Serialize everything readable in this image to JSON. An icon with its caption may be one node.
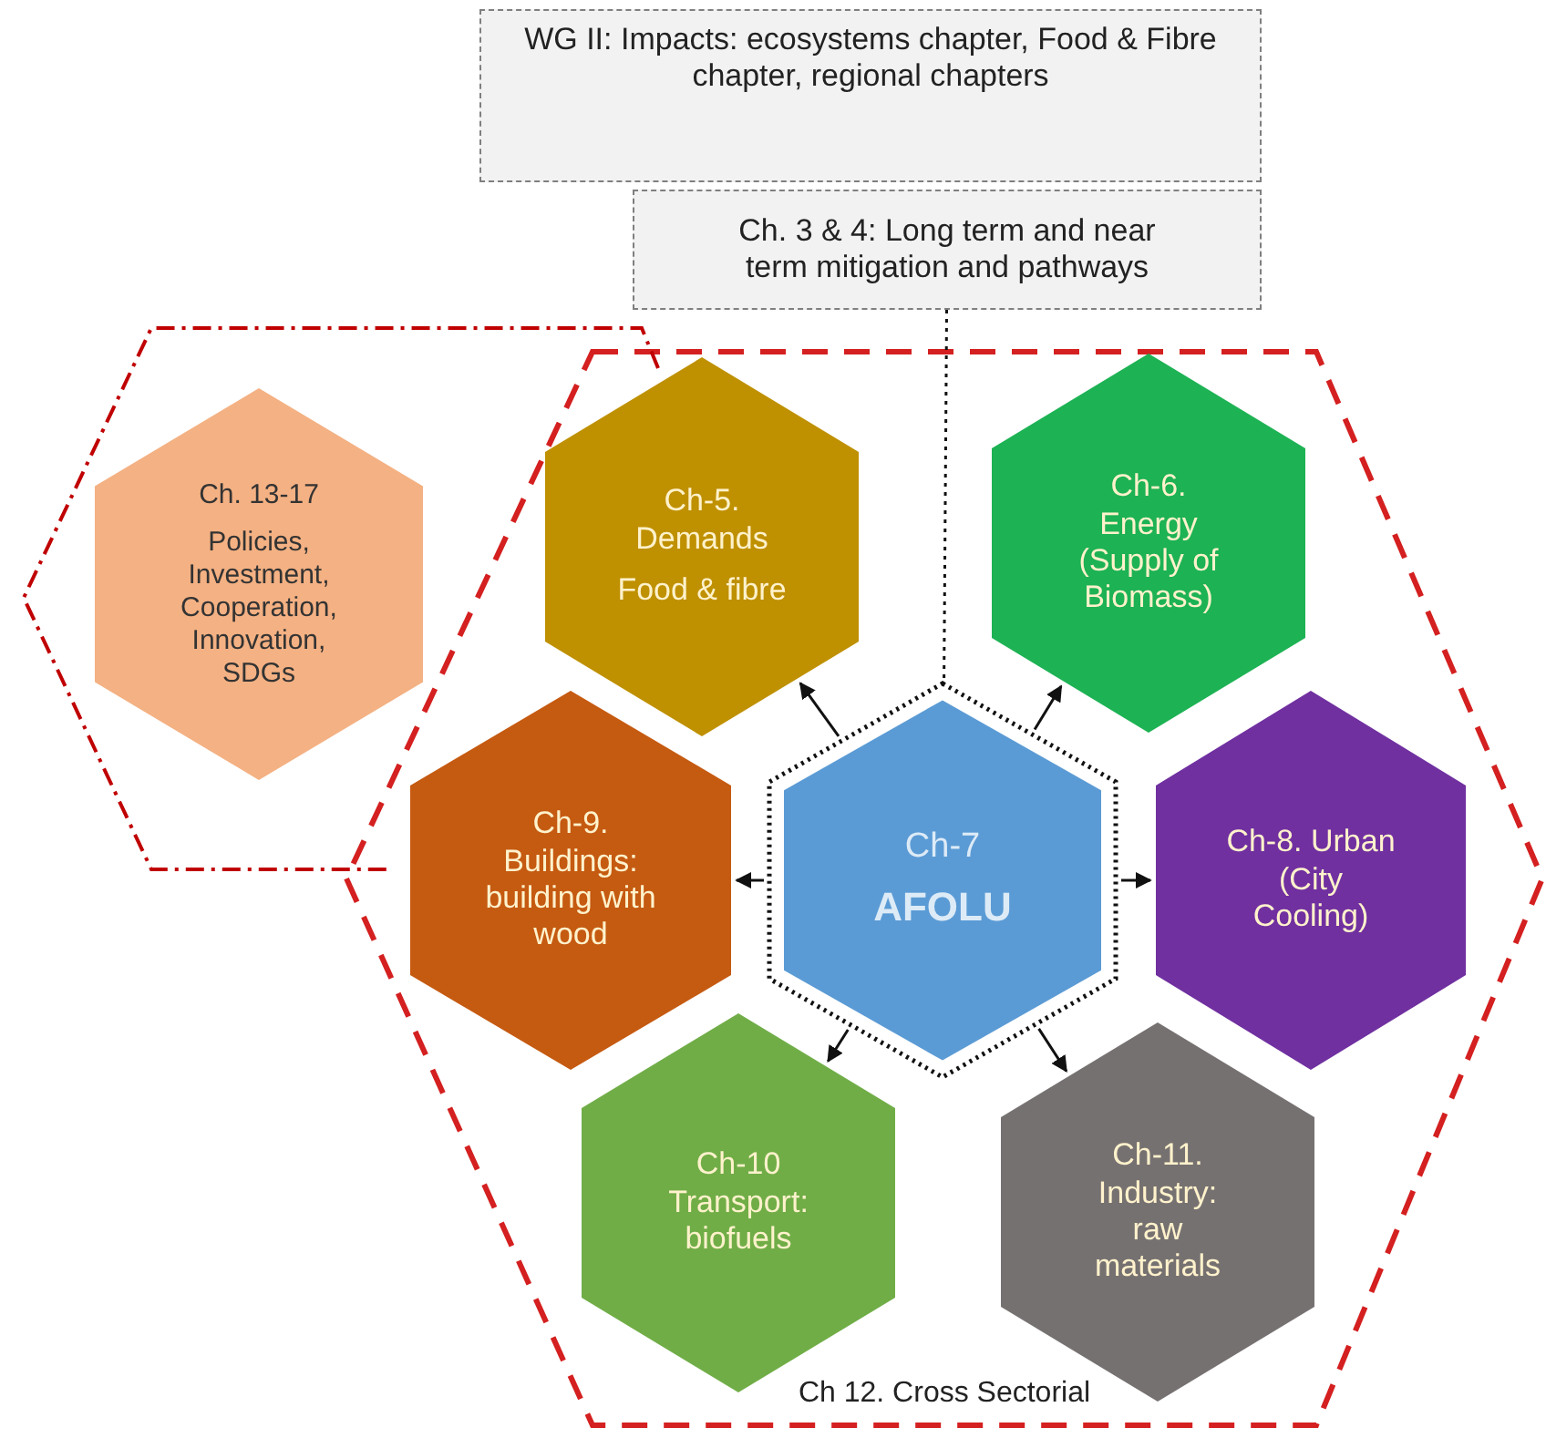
{
  "diagram": {
    "nodes": [
      {
        "text": [
          "WG II: Impacts: ecosystems chapter, Food & Fibre chapter, regional chapters"
        ]
      },
      {
        "text": [
          "Ch. 3 & 4: Long term and near term mitigation and pathways"
        ]
      },
      {
        "text": [],
        "shape": "hexagon"
      },
      {
        "text": [
          "Ch. 13-17",
          "Policies, Investment, Cooperation, Innovation, SDGs"
        ],
        "in": 2
      },
      {
        "text": [
          "Ch 12. Cross Sectorial"
        ]
      },
      {
        "text": [
          "Ch-5. Demands",
          "Food & fibre"
        ],
        "in": 4
      },
      {
        "text": [
          "Ch-6. Energy (Supply of Biomass)"
        ],
        "in": 4
      },
      {
        "text": [
          "Ch-9. Buildings: building with wood"
        ],
        "in": 4
      },
      {
        "text": [
          "Ch-7",
          "AFOLU"
        ],
        "in": 4
      },
      {
        "text": [
          "Ch-8. Urban (City Cooling)"
        ],
        "in": 4
      },
      {
        "text": [
          "Ch-10 Transport: biofuels"
        ],
        "in": 4
      },
      {
        "text": [
          "Ch-11. Industry: raw materials"
        ],
        "in": 4
      }
    ],
    "edges": [
      {
        "from": 1,
        "to": 8,
        "arrow": "none",
        "style": "dashed"
      },
      {
        "from": 8,
        "to": 5,
        "arrow": "to"
      },
      {
        "from": 8,
        "to": 6,
        "arrow": "to"
      },
      {
        "from": 8,
        "to": 7,
        "arrow": "to"
      },
      {
        "from": 8,
        "to": 9,
        "arrow": "to"
      },
      {
        "from": 8,
        "to": 10,
        "arrow": "to"
      },
      {
        "from": 8,
        "to": 11,
        "arrow": "to"
      }
    ]
  }
}
